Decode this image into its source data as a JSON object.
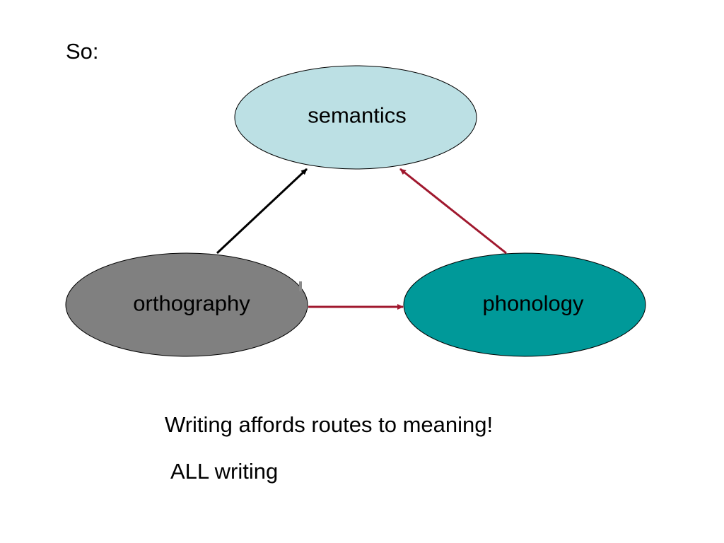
{
  "slide": {
    "intro_text": "So:",
    "nodes": {
      "semantics": {
        "label": "semantics",
        "fill": "#BCE0E4"
      },
      "orthography": {
        "label": "orthography",
        "fill": "#808080"
      },
      "phonology": {
        "label": "phonology",
        "fill": "#009999"
      }
    },
    "arrows": {
      "orthography_to_semantics": {
        "color": "#000000"
      },
      "phonology_to_semantics": {
        "color": "#A0182E"
      },
      "orthography_to_phonology": {
        "color": "#A0182E"
      }
    },
    "caption_primary": "Writing affords routes to meaning!",
    "caption_secondary": "ALL writing"
  }
}
